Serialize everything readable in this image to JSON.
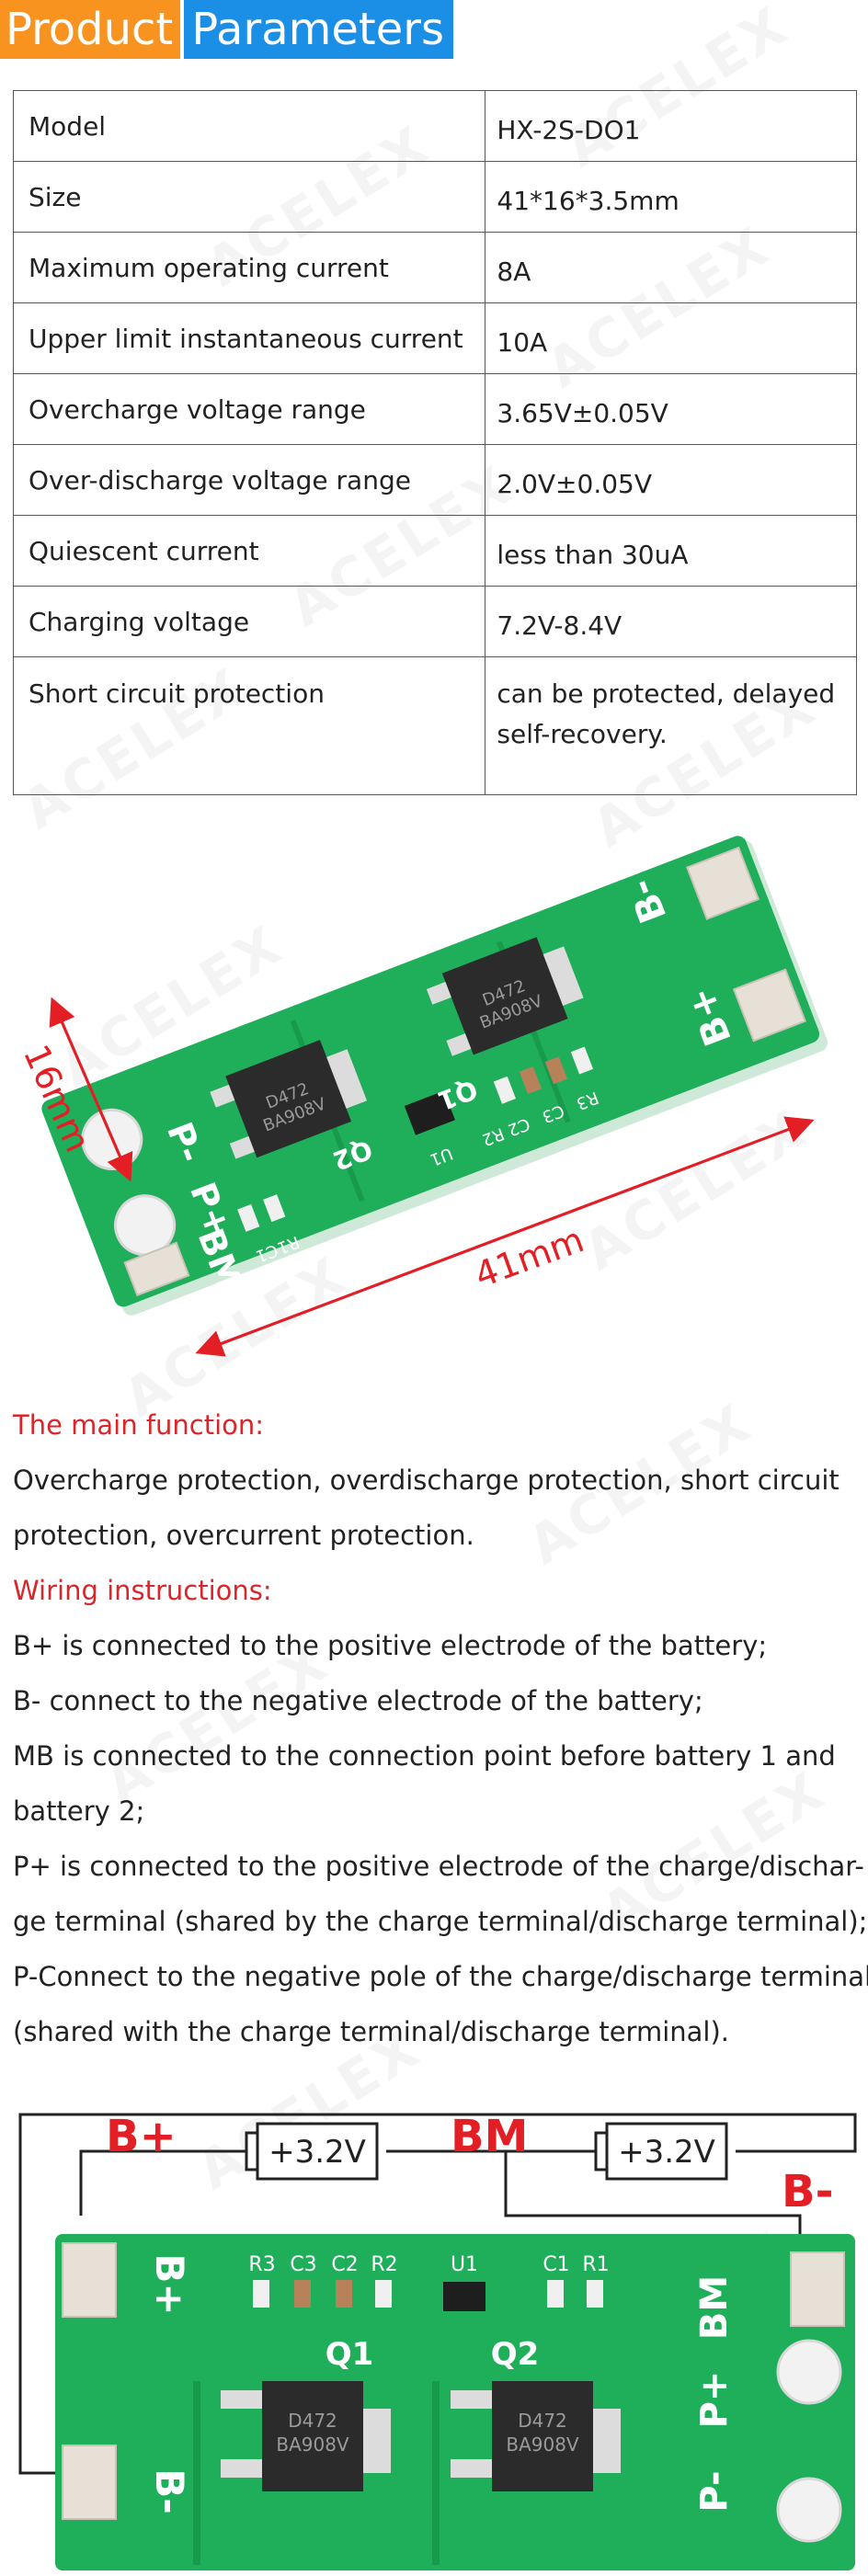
{
  "header": {
    "word1": "Product",
    "word2": "Parameters"
  },
  "params": [
    {
      "label": "Model",
      "value": "HX-2S-DO1"
    },
    {
      "label": "Size",
      "value": "41*16*3.5mm"
    },
    {
      "label": "Maximum operating current",
      "value": "8A"
    },
    {
      "label": "Upper limit instantaneous current",
      "value": "10A"
    },
    {
      "label": "Overcharge voltage range",
      "value": "3.65V±0.05V"
    },
    {
      "label": "Over-discharge voltage range",
      "value": "2.0V±0.05V"
    },
    {
      "label": "Quiescent current",
      "value": "less than 30uA"
    },
    {
      "label": "Charging voltage",
      "value": "7.2V-8.4V"
    },
    {
      "label": "Short circuit protection",
      "value_line1": "can be protected, delayed",
      "value_line2": "self-recovery."
    }
  ],
  "watermark": "ACELEX",
  "board": {
    "pad_b_minus": "B-",
    "pad_b_plus": "B+",
    "pad_p_minus": "P-",
    "pad_p_plus": "P+",
    "pad_bm": "BM",
    "q1": "Q1",
    "q2": "Q2",
    "u1": "U1",
    "chip1": "D472",
    "chip2": "BA908V",
    "r3": "R3",
    "c3": "C3",
    "c2": "C2",
    "r2": "R2",
    "c1": "C1",
    "r1": "R1",
    "dim_width": "16mm",
    "dim_length": "41mm"
  },
  "description": {
    "heading_function": "The main function:",
    "function_line1": "Overcharge protection, overdischarge protection, short circuit",
    "function_line2": "protection, overcurrent protection.",
    "heading_wiring": "Wiring instructions:",
    "wiring_lines": [
      "B+ is connected to the positive electrode of the battery;",
      "B- connect to the negative electrode of the battery;",
      "MB is connected to the connection point before battery 1 and",
      "battery 2;",
      "P+ is connected to the positive electrode of the charge/dischar-",
      "ge terminal (shared by the charge terminal/discharge terminal);",
      "P-Connect to the negative pole of the charge/discharge terminal",
      "(shared with the charge terminal/discharge terminal)."
    ]
  },
  "wiring_diagram": {
    "label_b_plus": "B+",
    "label_bm": "BM",
    "label_b_minus": "B-",
    "battery1": "+3.2V",
    "battery2": "+3.2V"
  },
  "colors": {
    "orange": "#f7931e",
    "blue": "#1b8ee6",
    "red": "#e31e24",
    "pcb_green": "#1fae5a"
  }
}
